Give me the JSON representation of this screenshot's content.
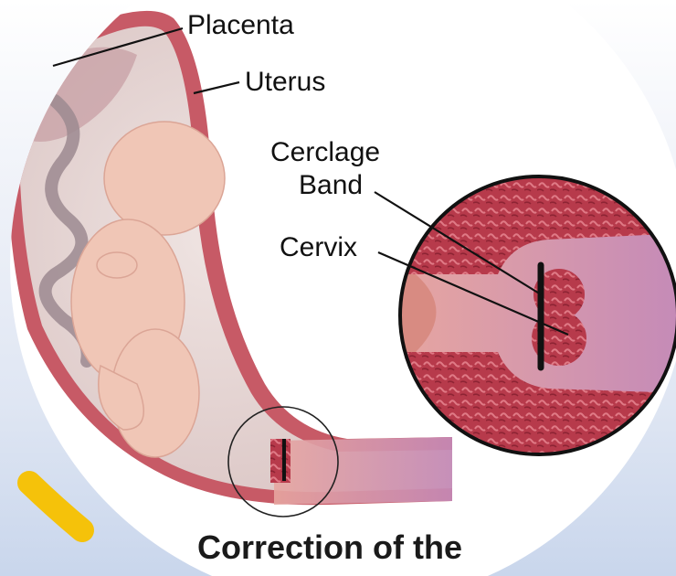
{
  "labels": {
    "placenta": "Placenta",
    "uterus": "Uterus",
    "cerclage_line1": "Cerclage",
    "cerclage_line2": "Band",
    "cervix": "Cervix"
  },
  "caption": "Correction of the",
  "colors": {
    "tissue": "#b23a48",
    "tissue_light": "#e8a4a4",
    "fetus": "#f2c8b8",
    "accent_swoosh": "#f5c20a",
    "band": "#111111"
  }
}
